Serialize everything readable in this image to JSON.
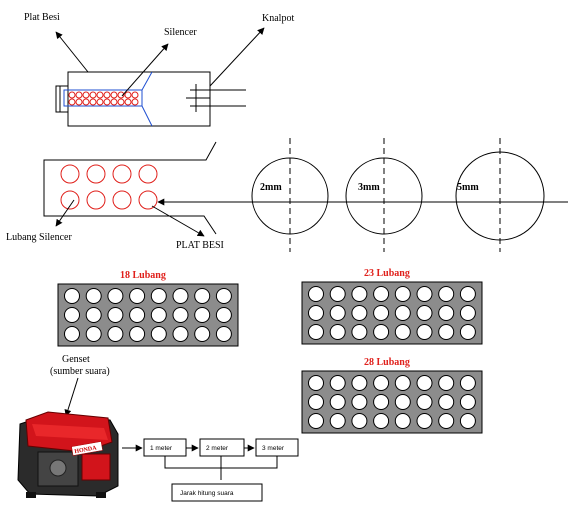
{
  "top_labels": {
    "plat_besi": "Plat Besi",
    "silencer": "Silencer",
    "knalpot": "Knalpot"
  },
  "side_labels": {
    "lubang_silencer": "Lubang Silencer",
    "plat_besi_caps": "PLAT BESI"
  },
  "hole_sizes": [
    "2mm",
    "3mm",
    "5mm"
  ],
  "plates": [
    {
      "title": "18 Lubang",
      "rows": 3,
      "cols": 8
    },
    {
      "title": "23 Lubang",
      "rows": 3,
      "cols": 8
    },
    {
      "title": "28 Lubang",
      "rows": 3,
      "cols": 8
    }
  ],
  "genset": {
    "title": "Genset",
    "subtitle": "(sumber suara)",
    "brand": "HONDA"
  },
  "distances": [
    "1 meter",
    "2 meter",
    "3 meter"
  ],
  "jarak_label": "Jarak hitung suara",
  "colors": {
    "red_text": "#e0201b",
    "hole_red": "#e0201b",
    "plate_gray": "#8c8c8c",
    "silencer_blue": "#1f4fd1",
    "genset_red": "#d2141b"
  }
}
